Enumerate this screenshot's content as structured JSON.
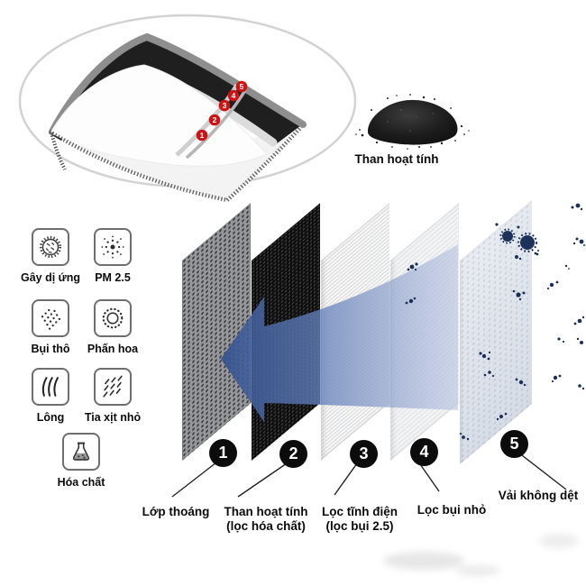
{
  "mask_diagram": {
    "marker_numbers": [
      "1",
      "2",
      "3",
      "4",
      "5"
    ]
  },
  "charcoal": {
    "label": "Than hoạt tính"
  },
  "hazards": {
    "items": [
      {
        "label": "Gây dị ứng",
        "icon": "allergen-icon"
      },
      {
        "label": "PM 2.5",
        "icon": "pm25-icon"
      },
      {
        "label": "Bụi thô",
        "icon": "coarse-dust-icon"
      },
      {
        "label": "Phấn hoa",
        "icon": "pollen-icon"
      },
      {
        "label": "Lông",
        "icon": "hair-icon"
      },
      {
        "label": "Tia xịt nhỏ",
        "icon": "spray-icon"
      },
      {
        "label": "Hóa chất",
        "icon": "chemical-icon"
      }
    ]
  },
  "filter_layers": {
    "items": [
      {
        "number": "1",
        "title": "Lớp thoáng",
        "subtitle": ""
      },
      {
        "number": "2",
        "title": "Than hoạt tính",
        "subtitle": "(lọc hóa chất)"
      },
      {
        "number": "3",
        "title": "Lọc tĩnh điện",
        "subtitle": "(lọc bụi 2.5)"
      },
      {
        "number": "4",
        "title": "Lọc bụi nhỏ",
        "subtitle": ""
      },
      {
        "number": "5",
        "title": "Vải không dệt",
        "subtitle": ""
      }
    ]
  },
  "colors": {
    "arrow_blue_dark": "#34518f",
    "arrow_blue_light": "#b9c4e1",
    "badge_red": "#ce1315",
    "circle_black": "#0c0c0c",
    "layer1_gray": "#95979a",
    "layer2_black": "#191919",
    "layer5_blue_gray": "#dde2ea",
    "particle_navy": "#1c2f55"
  }
}
